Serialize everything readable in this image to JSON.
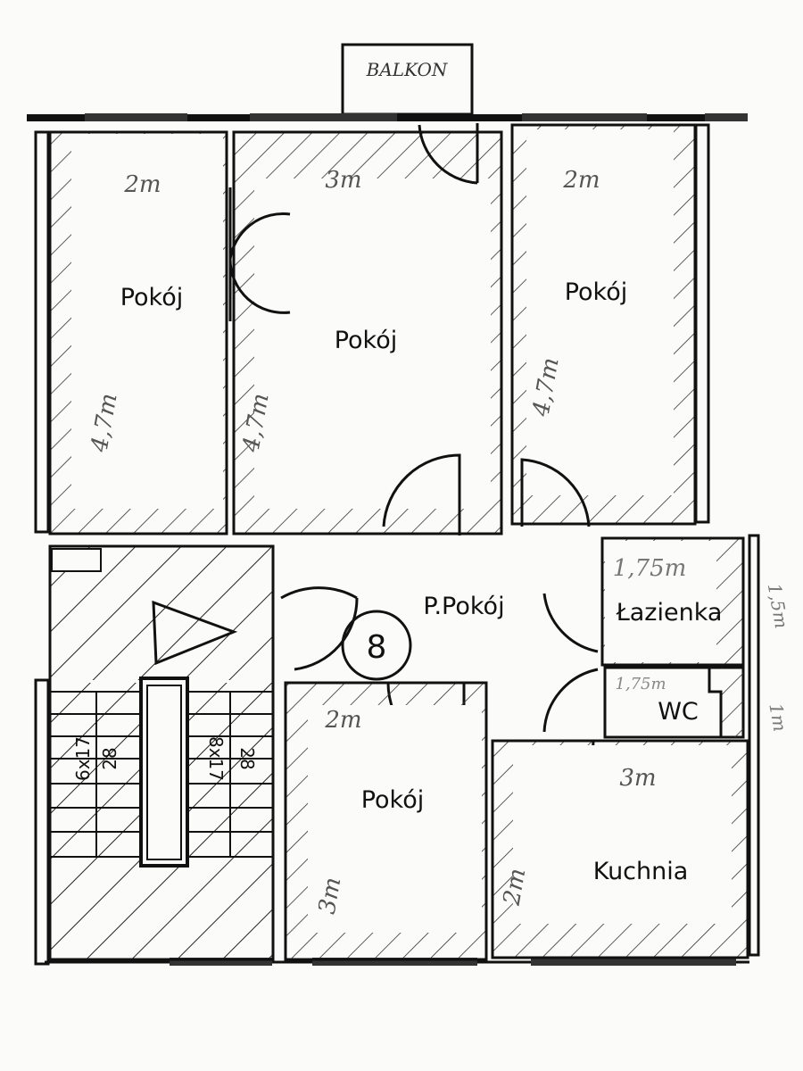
{
  "balcony": "BALKON",
  "rooms": {
    "room_top_left": "Pokój",
    "room_top_center": "Pokój",
    "room_top_right": "Pokój",
    "hall": "P.Pokój",
    "bathroom": "Łazienka",
    "wc": "WC",
    "room_bottom": "Pokój",
    "kitchen": "Kuchnia"
  },
  "apartment_number": "8",
  "dimensions": {
    "top_left_width": "2m",
    "top_left_length": "4,7m",
    "top_center_width": "3m",
    "top_center_length": "4,7m",
    "top_right_width": "2m",
    "top_right_length": "4,7m",
    "bathroom_width": "1,75m",
    "wc_width": "1,75m",
    "bathroom_depth": "1,5m",
    "wc_depth": "1m",
    "bottom_room_width": "2m",
    "bottom_room_length": "3m",
    "kitchen_width": "3m",
    "kitchen_length": "2m"
  },
  "stairs": {
    "left_flight": "6x17",
    "left_tread": "28",
    "right_flight": "8x17",
    "right_tread": "28"
  }
}
